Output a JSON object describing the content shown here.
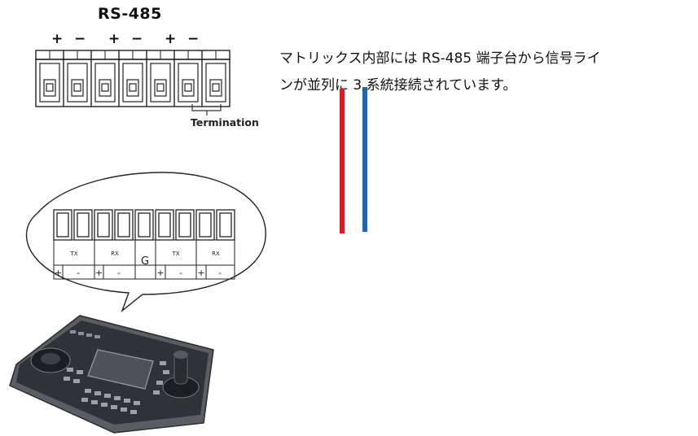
{
  "header": {
    "title": "RS-485"
  },
  "connector": {
    "polarity_labels": [
      "+",
      "−",
      "+",
      "−",
      "+",
      "−"
    ],
    "termination_label": "Termination"
  },
  "keyboard_terminal": {
    "groups": [
      {
        "label": "TX",
        "pins": [
          "+",
          "-"
        ]
      },
      {
        "label": "RX",
        "pins": [
          "+",
          "-"
        ]
      },
      {
        "label": "G",
        "pins": []
      },
      {
        "label": "TX",
        "pins": [
          "+",
          "-"
        ]
      },
      {
        "label": "RX",
        "pins": [
          "+",
          "-"
        ]
      }
    ]
  },
  "description": {
    "line1": "マトリックス内部には RS-485 端子台から信号ライ",
    "line2": "ンが並列に 3 系統接続されています。"
  },
  "annotation_lines": {
    "colors": [
      "#e8161c",
      "#1669b6"
    ]
  }
}
